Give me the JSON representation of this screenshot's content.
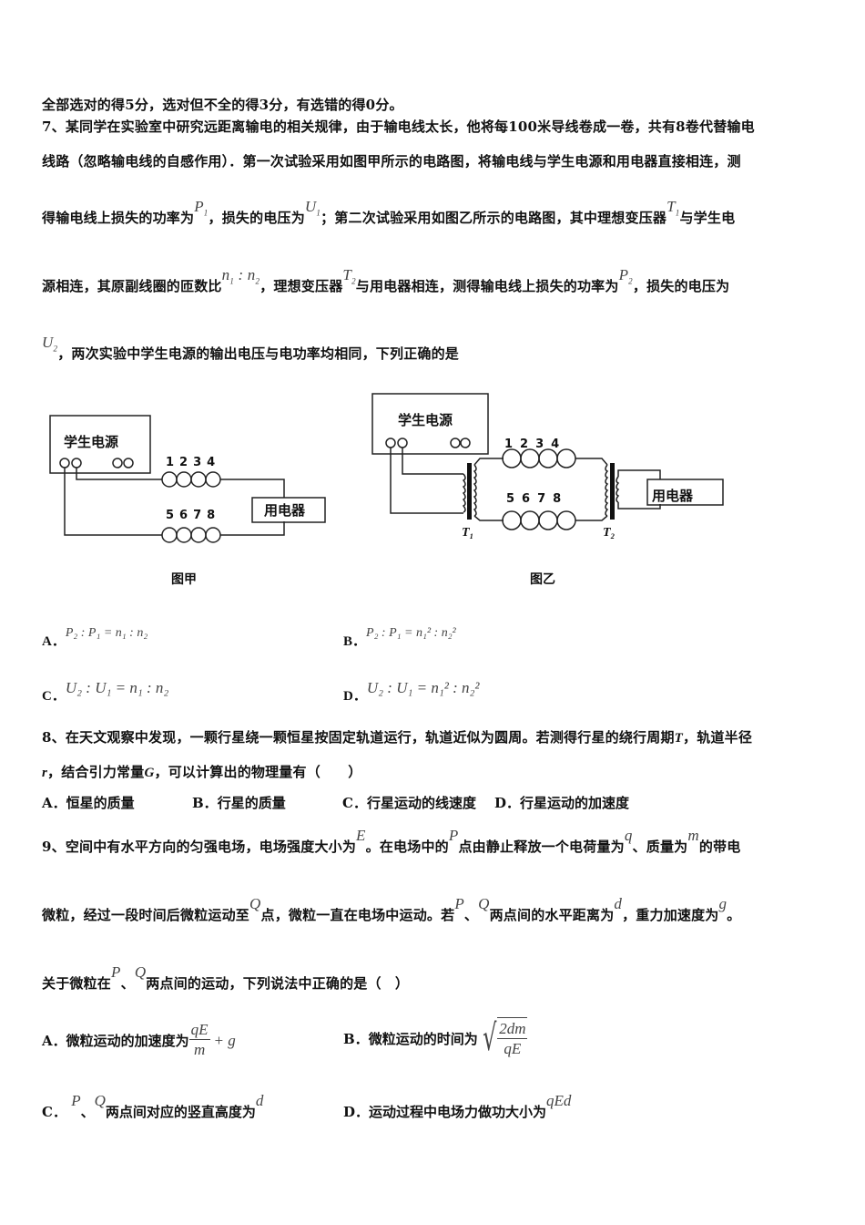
{
  "intro": {
    "scoring_rule": "全部选对的得5分，选对但不全的得3分，有选错的得0分。"
  },
  "q7": {
    "line1": "7、某同学在实验室中研究远距离输电的相关规律，由于输电线太长，他将每100米导线卷成一卷，共有8卷代替输电",
    "line2": "线路（忽略输电线的自感作用）．第一次试验采用如图甲所示的电路图，将输电线与学生电源和用电器直接相连，测",
    "line3_a": "得输电线上损失的功率为",
    "line3_b": "，损失的电压为",
    "line3_c": "；第二次试验采用如图乙所示的电路图，其中理想变压器",
    "line3_d": "与学生电",
    "line4_a": "源相连，其原副线圈的匝数比",
    "line4_b": "，理想变压器",
    "line4_c": "与用电器相连，测得输电线上损失的功率为",
    "line4_d": "，损失的电压为",
    "line5_b": "，两次实验中学生电源的输出电压与电功率均相同，下列正确的是",
    "sym": {
      "P": "P",
      "U": "U",
      "T": "T",
      "n": "n",
      "one": "1",
      "two": "2",
      "colon": ":"
    },
    "figure_jia": {
      "caption": "图甲",
      "power_source_label": "学生电源",
      "appliance_label": "用电器",
      "top_coils": [
        "1",
        "2",
        "3",
        "4"
      ],
      "bottom_coils": [
        "5",
        "6",
        "7",
        "8"
      ]
    },
    "figure_yi": {
      "caption": "图乙",
      "power_source_label": "学生电源",
      "appliance_label": "用电器",
      "top_coils": [
        "1",
        "2",
        "3",
        "4"
      ],
      "bottom_coils": [
        "5",
        "6",
        "7",
        "8"
      ],
      "transformer_1": "T₁",
      "transformer_2": "T₂"
    },
    "options": [
      {
        "label": "A．",
        "formula": "P₂ : P₁ = n₁ : n₂"
      },
      {
        "label": "B．",
        "formula": "P₂ : P₁ = n₁² : n₂²"
      },
      {
        "label": "C．",
        "formula": "U₂ : U₁ = n₁ : n₂"
      },
      {
        "label": "D．",
        "formula": "U₂ : U₁ = n₁² : n₂²"
      }
    ]
  },
  "q8": {
    "line1": "8、在天文观察中发现，一颗行星绕一颗恒星按固定轨道运行，轨道近似为圆周。若测得行星的绕行周期",
    "T": "T",
    "line1_end": "，轨道半径",
    "r": "r",
    "line2_a": "，结合引力常量",
    "G": "G",
    "line2_b": "，可以计算出的物理量有（　　）",
    "options": [
      {
        "label": "A．",
        "text": "恒星的质量"
      },
      {
        "label": "B．",
        "text": "行星的质量"
      },
      {
        "label": "C．",
        "text": "行星运动的线速度"
      },
      {
        "label": "D．",
        "text": "行星运动的加速度"
      }
    ]
  },
  "q9": {
    "line1_a": "9、空间中有水平方向的匀强电场，电场强度大小为",
    "E": "E",
    "line1_b": "。在电场中的",
    "P": "P",
    "line1_c": "点由静止释放一个电荷量为",
    "q": "q",
    "line1_d": "、质量为",
    "m": "m",
    "line1_e": "的带电",
    "line2_a": "微粒，经过一段时间后微粒运动至",
    "Q": "Q",
    "line2_b": "点，微粒一直在电场中运动。若",
    "sep": "、",
    "line2_c": "两点间的水平距离为",
    "d": "d",
    "line2_d": "，重力加速度为",
    "g": "g",
    "line2_e": "。",
    "line3_a": "关于微粒在",
    "line3_b": "两点间的运动，下列说法中正确的是（　）",
    "options": {
      "A": {
        "label": "A．",
        "text": "微粒运动的加速度为",
        "num": "qE",
        "den": "m",
        "tail": "+ g"
      },
      "B": {
        "label": "B．",
        "text": "微粒运动的时间为",
        "num": "2dm",
        "den": "qE"
      },
      "C": {
        "label": "C．",
        "text": "两点间对应的竖直高度为",
        "value": "d"
      },
      "D": {
        "label": "D．",
        "text": "运动过程中电场力做功大小为",
        "value": "qEd"
      }
    }
  }
}
